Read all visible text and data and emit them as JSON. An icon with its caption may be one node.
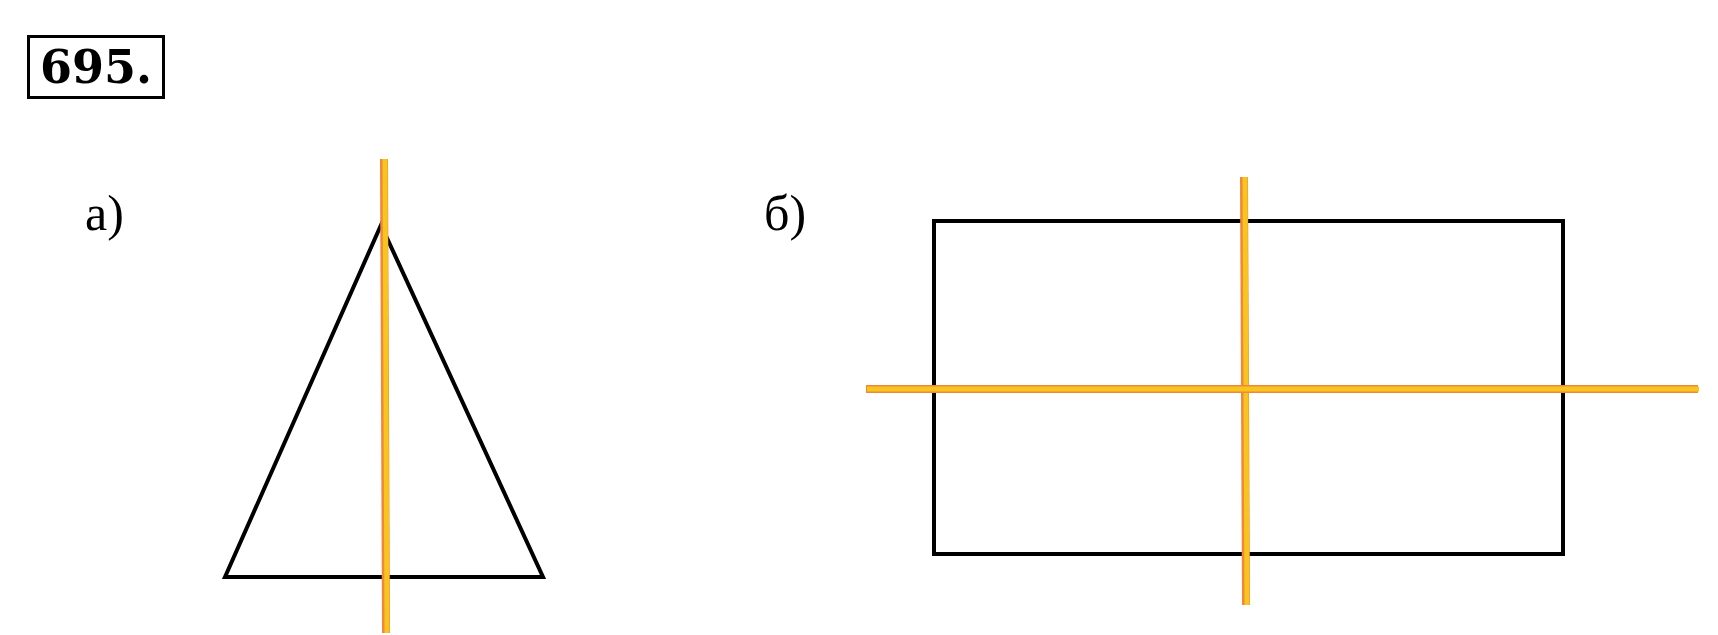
{
  "diagram": {
    "labels": [
      "695.",
      "а)",
      "б)"
    ]
  }
}
